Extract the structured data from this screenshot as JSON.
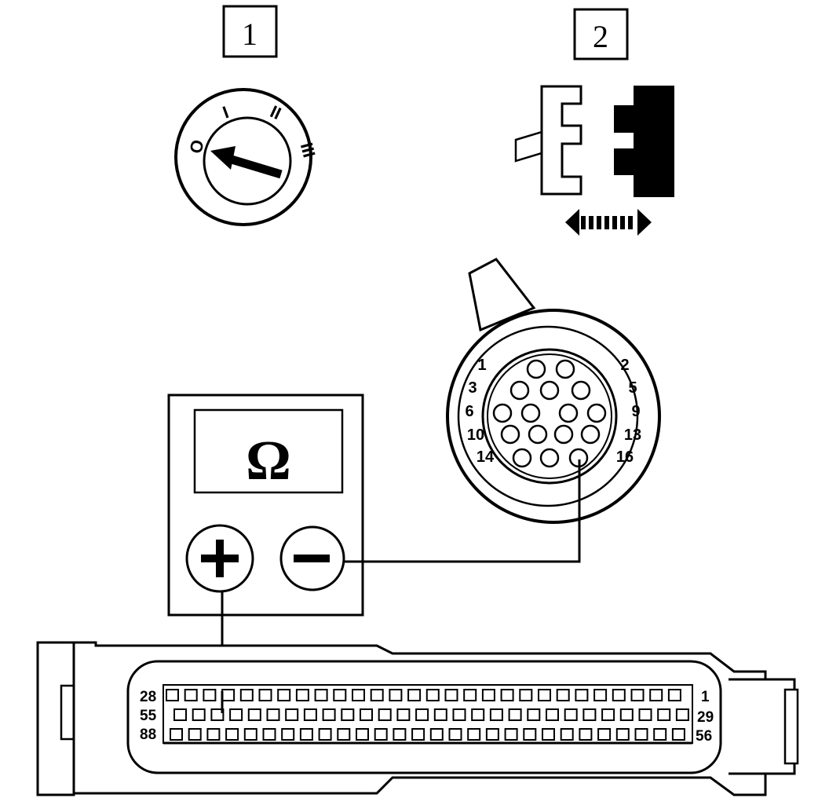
{
  "step_labels": [
    "1",
    "2"
  ],
  "meter": {
    "symbol": "Ω",
    "plus_label": "+",
    "minus_label": "−"
  },
  "round_connector": {
    "pin_labels": [
      "1",
      "2",
      "3",
      "5",
      "6",
      "9",
      "10",
      "13",
      "14",
      "16"
    ]
  },
  "ecu_connector": {
    "row_labels_left": [
      "28",
      "55",
      "88"
    ],
    "row_labels_right": [
      "1",
      "29",
      "56"
    ]
  },
  "ignition_switch": {
    "positions": [
      "O",
      "I",
      "II",
      "III"
    ]
  }
}
